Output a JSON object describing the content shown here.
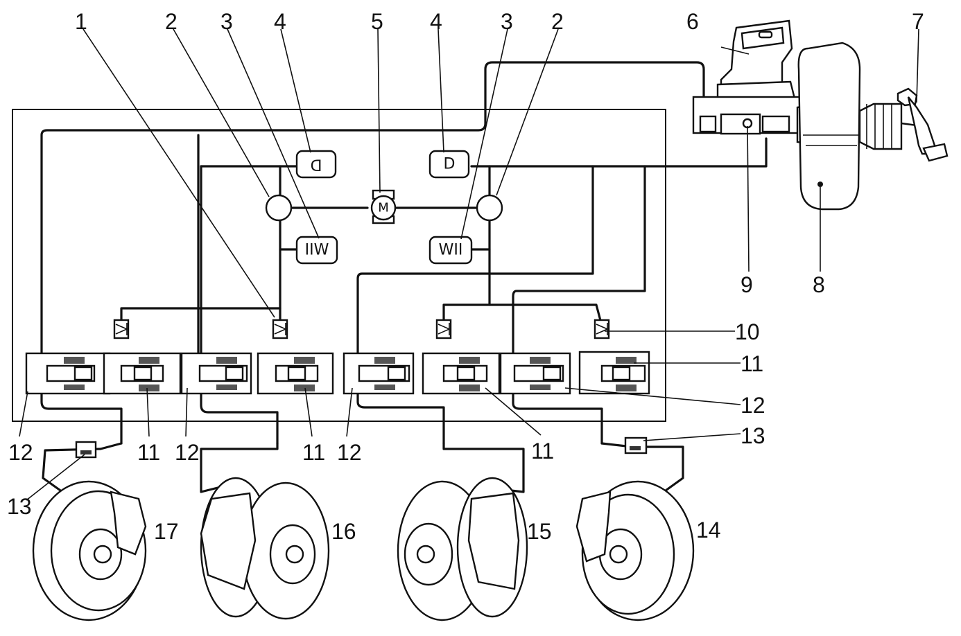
{
  "callouts": {
    "c1": "1",
    "c2a": "2",
    "c3a": "3",
    "c4a": "4",
    "c5": "5",
    "c4b": "4",
    "c3b": "3",
    "c2b": "2",
    "c6": "6",
    "c7": "7",
    "c9": "9",
    "c8": "8",
    "c10": "10",
    "c11r": "11",
    "c12r": "12",
    "c13r": "13",
    "c12a": "12",
    "c11a": "11",
    "c12b": "12",
    "c11b": "11",
    "c12c": "12",
    "c11c": "11",
    "c13l": "13",
    "c17": "17",
    "c16": "16",
    "c15": "15",
    "c14": "14"
  },
  "components": {
    "damper_left": "D",
    "damper_right": "D",
    "motor": "M",
    "accumulator_left": "IIW",
    "accumulator_right": "WII"
  }
}
